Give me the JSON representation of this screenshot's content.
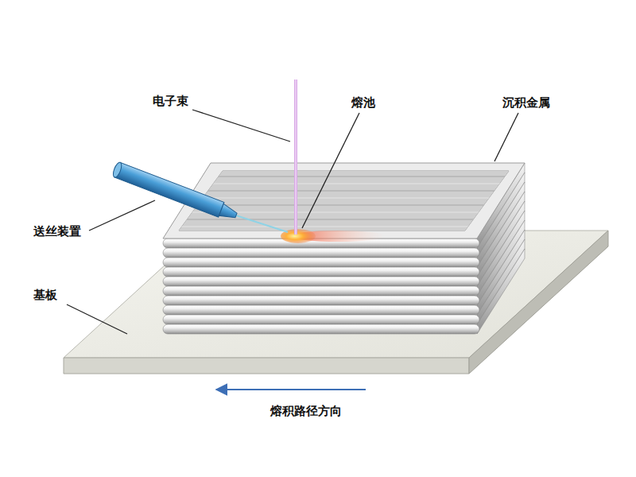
{
  "diagram": {
    "labels": [
      "电子束",
      "熔池",
      "沉积金属",
      "送丝装置",
      "基板",
      "熔积路径方向"
    ]
  }
}
